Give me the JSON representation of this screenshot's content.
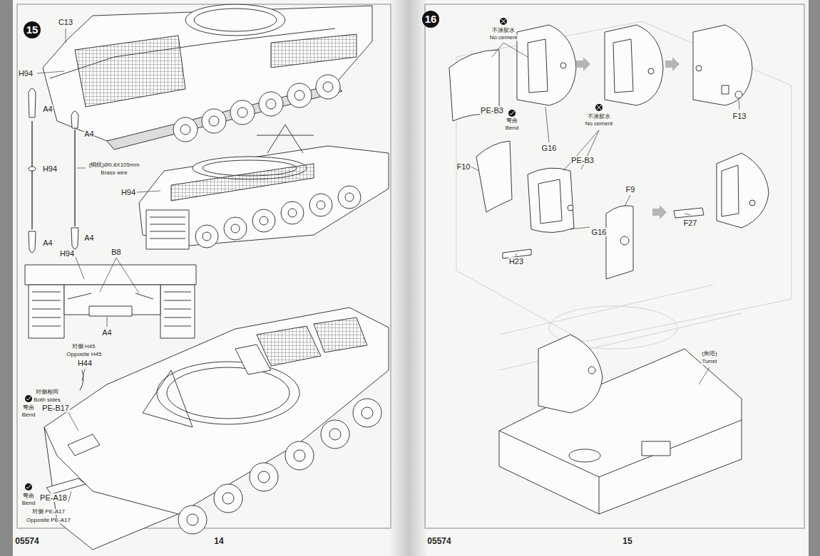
{
  "diagram": {
    "labels": [
      "15",
      "C13",
      "H94",
      "A4",
      "A4",
      "H94",
      "(铜线)Ø0.8X105mm",
      "Brass wire",
      "A4",
      "A4",
      "H94",
      "H94",
      "B8",
      "A4",
      "对侧 H45",
      "Opposite H45",
      "H44",
      "对侧相同",
      "Both sides",
      "弯曲",
      "Bend",
      "PE-B17",
      "PE-A18",
      "弯曲",
      "Bend",
      "对侧 PE-A17",
      "Opposite PE-A17",
      "05574",
      "14",
      "16",
      "不涂胶水",
      "No cement",
      "PE-B3",
      "弯曲",
      "Bend",
      "G16",
      "F13",
      "F10",
      "不涂胶水",
      "No cement",
      "PE-B3",
      "G16",
      "F9",
      "F27",
      "H23",
      "(炮塔)",
      "Turret",
      "05574",
      "15"
    ]
  }
}
